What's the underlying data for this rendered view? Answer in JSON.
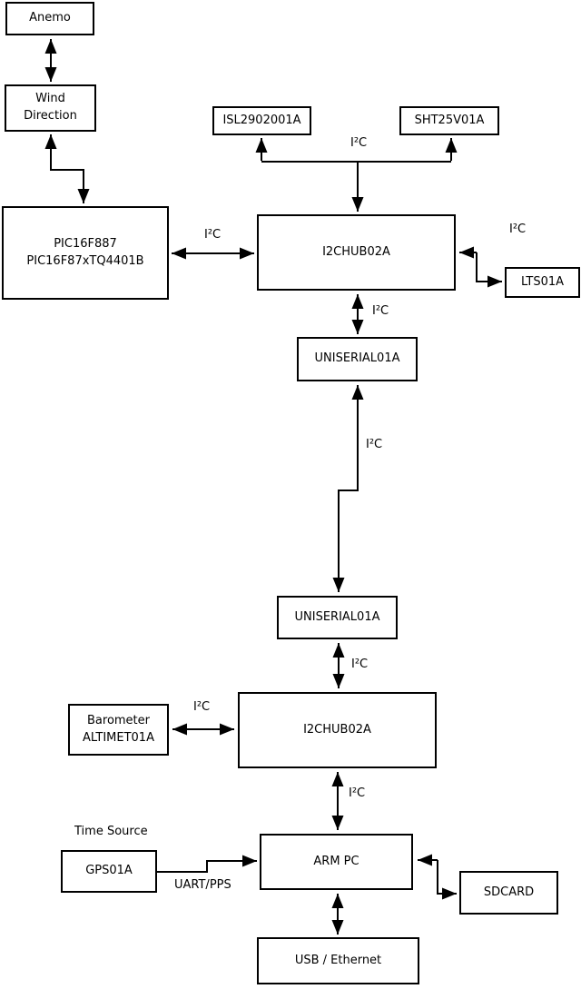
{
  "diagram": {
    "type": "block-diagram",
    "background": "#ffffff",
    "line_color": "#000000",
    "nodes": {
      "anemo": {
        "label": "Anemo"
      },
      "wind_direction": {
        "label": "Wind\nDirection"
      },
      "pic": {
        "label": "PIC16F887\nPIC16F87xTQ4401B"
      },
      "isl": {
        "label": "ISL2902001A"
      },
      "sht": {
        "label": "SHT25V01A"
      },
      "i2chub_top": {
        "label": "I2CHUB02A"
      },
      "lts": {
        "label": "LTS01A"
      },
      "uniserial_upper": {
        "label": "UNISERIAL01A"
      },
      "uniserial_lower": {
        "label": "UNISERIAL01A"
      },
      "i2chub_bottom": {
        "label": "I2CHUB02A"
      },
      "barometer": {
        "label": "Barometer\nALTIMET01A"
      },
      "gps": {
        "label": "GPS01A"
      },
      "arm_pc": {
        "label": "ARM PC"
      },
      "sdcard": {
        "label": "SDCARD"
      },
      "usb_ethernet": {
        "label": "USB / Ethernet"
      }
    },
    "labels": {
      "i2c": "I²C",
      "time_source": "Time Source",
      "uart_pps": "UART/PPS"
    },
    "edges": [
      {
        "from": "Anemo",
        "to": "Wind Direction",
        "label": "",
        "arrows": "both"
      },
      {
        "from": "Wind Direction",
        "to": "PIC16F887",
        "label": "",
        "arrows": "both"
      },
      {
        "from": "PIC16F887",
        "to": "I2CHUB02A (top)",
        "label": "I²C",
        "arrows": "both"
      },
      {
        "from": "I2CHUB02A (top)",
        "to": "ISL2902001A",
        "label": "I²C",
        "arrows": "bus"
      },
      {
        "from": "I2CHUB02A (top)",
        "to": "SHT25V01A",
        "label": "I²C",
        "arrows": "bus"
      },
      {
        "from": "I2CHUB02A (top)",
        "to": "LTS01A",
        "label": "I²C",
        "arrows": "both"
      },
      {
        "from": "I2CHUB02A (top)",
        "to": "UNISERIAL01A (upper)",
        "label": "I²C",
        "arrows": "both"
      },
      {
        "from": "UNISERIAL01A (upper)",
        "to": "UNISERIAL01A (lower)",
        "label": "I²C",
        "arrows": "both"
      },
      {
        "from": "UNISERIAL01A (lower)",
        "to": "I2CHUB02A (bottom)",
        "label": "I²C",
        "arrows": "both"
      },
      {
        "from": "Barometer ALTIMET01A",
        "to": "I2CHUB02A (bottom)",
        "label": "I²C",
        "arrows": "both"
      },
      {
        "from": "I2CHUB02A (bottom)",
        "to": "ARM PC",
        "label": "I²C",
        "arrows": "both"
      },
      {
        "from": "GPS01A",
        "to": "ARM PC",
        "label": "UART/PPS",
        "arrows": "to"
      },
      {
        "from": "ARM PC",
        "to": "SDCARD",
        "label": "",
        "arrows": "both"
      },
      {
        "from": "ARM PC",
        "to": "USB / Ethernet",
        "label": "",
        "arrows": "both"
      }
    ]
  }
}
